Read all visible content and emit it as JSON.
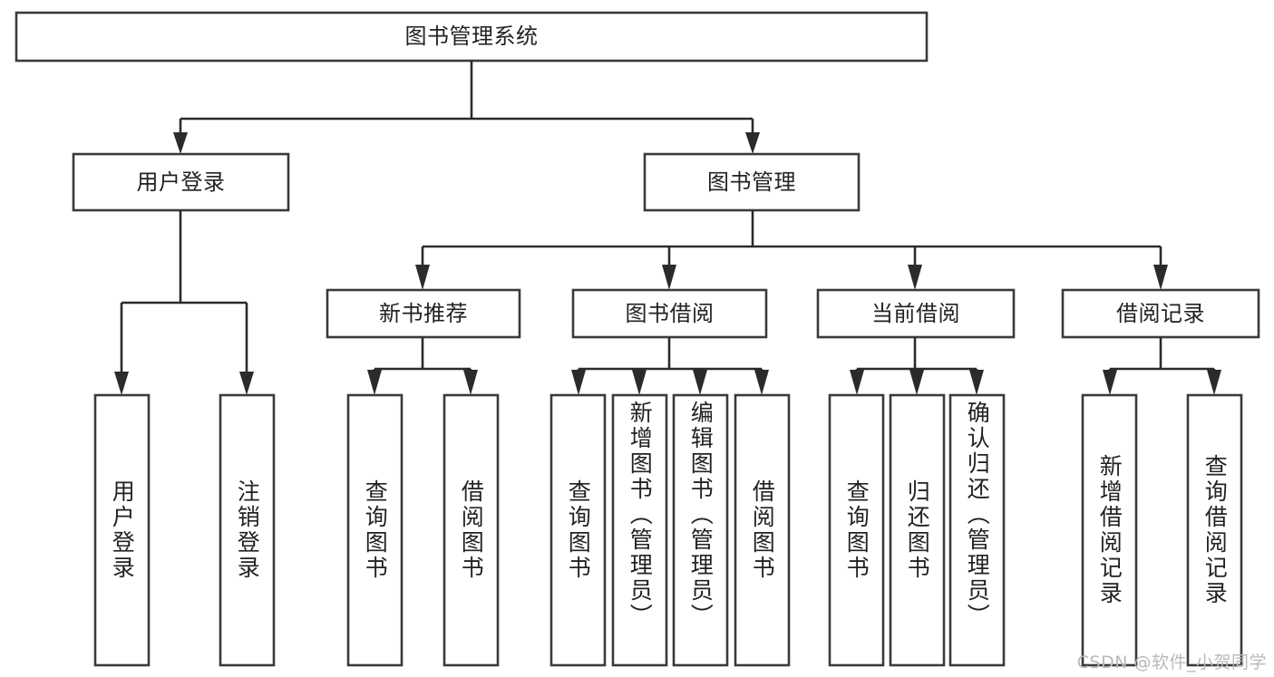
{
  "diagram": {
    "title": "图书管理系统",
    "type": "tree-hierarchy-diagram",
    "watermark": "CSDN @软件_小贺同学",
    "colors": {
      "box_stroke": "#3a3a3a",
      "connector": "#2b2b2b",
      "box_fill": "#ffffff",
      "text": "#222222",
      "watermark": "#b9b9b9",
      "background": "#ffffff"
    },
    "nodes": {
      "root": {
        "label": "图书管理系统"
      },
      "level2": [
        {
          "label": "用户登录"
        },
        {
          "label": "图书管理"
        }
      ],
      "level3": [
        {
          "label": "新书推荐"
        },
        {
          "label": "图书借阅"
        },
        {
          "label": "当前借阅"
        },
        {
          "label": "借阅记录"
        }
      ],
      "leaves": {
        "user_login": [
          {
            "label": "用户登录"
          },
          {
            "label": "注销登录"
          }
        ],
        "new_book_recommend": [
          {
            "label": "查询图书"
          },
          {
            "label": "借阅图书"
          }
        ],
        "book_borrow": [
          {
            "label": "查询图书"
          },
          {
            "label": "新增图书（管理员）"
          },
          {
            "label": "编辑图书（管理员）"
          },
          {
            "label": "借阅图书"
          }
        ],
        "current_borrow": [
          {
            "label": "查询图书"
          },
          {
            "label": "归还图书"
          },
          {
            "label": "确认归还（管理员）"
          }
        ],
        "borrow_record": [
          {
            "label": "新增借阅记录"
          },
          {
            "label": "查询借阅记录"
          }
        ]
      }
    }
  }
}
